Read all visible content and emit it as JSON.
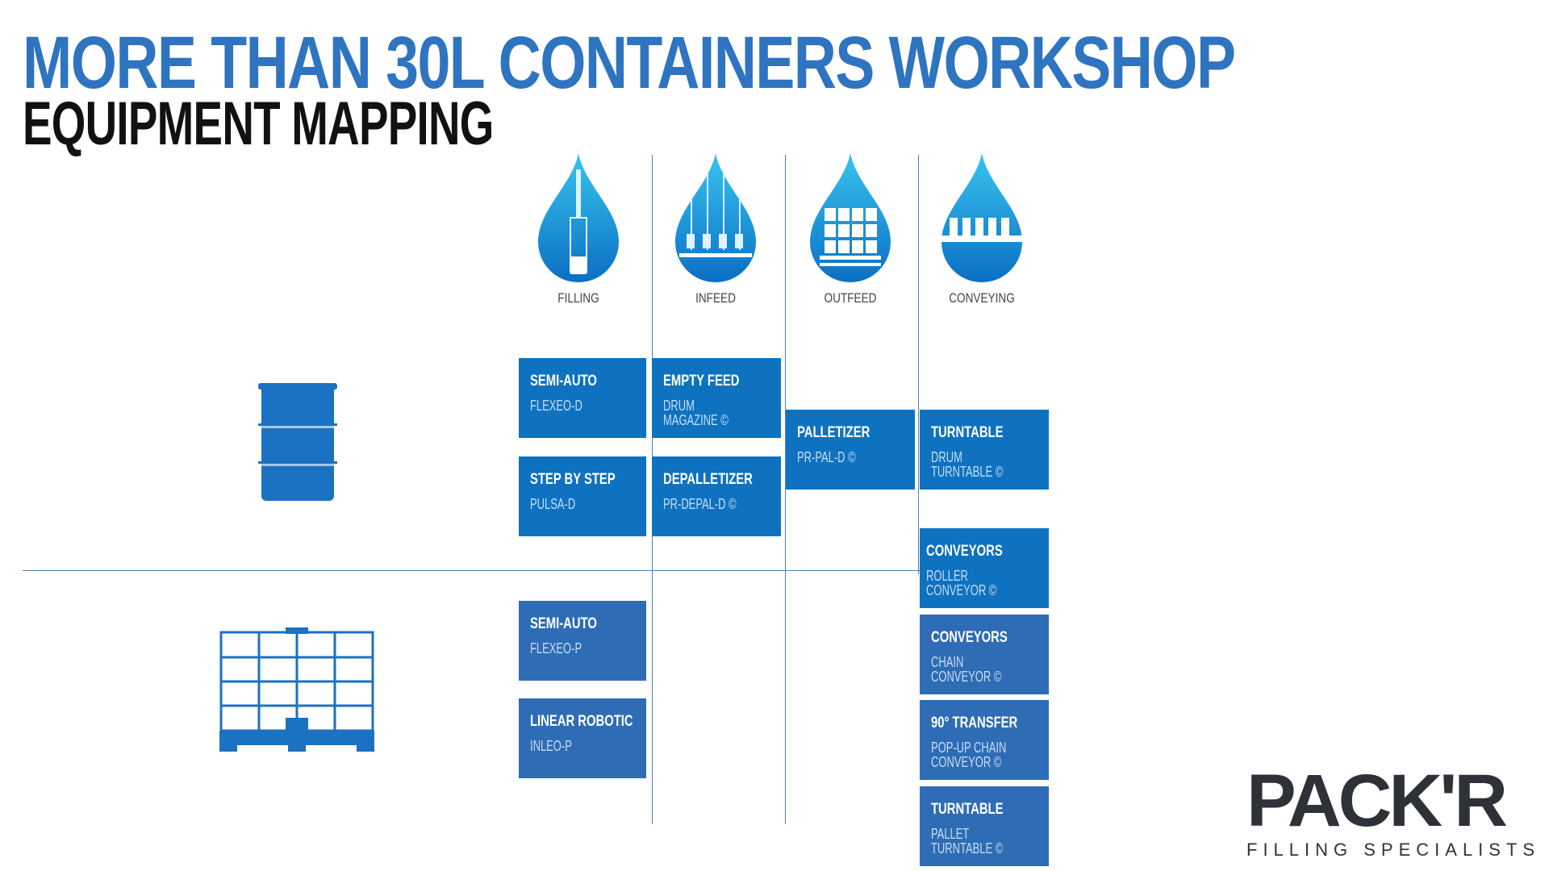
{
  "header": {
    "title": "MORE THAN 30L CONTAINERS WORKSHOP",
    "subtitle": "EQUIPMENT MAPPING"
  },
  "categories": [
    {
      "label": "FILLING",
      "icon": "filling-drop-icon"
    },
    {
      "label": "INFEED",
      "icon": "infeed-drop-icon"
    },
    {
      "label": "OUTFEED",
      "icon": "outfeed-drop-icon"
    },
    {
      "label": "CONVEYING",
      "icon": "conveying-drop-icon"
    }
  ],
  "rows": [
    {
      "icon": "drum-icon"
    },
    {
      "icon": "ibc-container-icon"
    }
  ],
  "cards": {
    "semi_auto_d": {
      "title": "SEMI-AUTO",
      "sub": "FLEXEO-D"
    },
    "step_by_step": {
      "title": "STEP BY STEP",
      "sub": "PULSA-D"
    },
    "empty_feed": {
      "title": "EMPTY FEED",
      "sub": "DRUM MAGAZINE ©"
    },
    "depalletizer": {
      "title": "DEPALLETIZER",
      "sub": "PR-DEPAL-D ©"
    },
    "palletizer": {
      "title": "PALLETIZER",
      "sub": "PR-PAL-D ©"
    },
    "turntable_drum": {
      "title": "TURNTABLE",
      "sub": "DRUM\nTURNTABLE ©"
    },
    "conveyors_roller": {
      "title": "CONVEYORS",
      "sub": "ROLLER\nCONVEYOR ©"
    },
    "semi_auto_p": {
      "title": "SEMI-AUTO",
      "sub": "FLEXEO-P"
    },
    "linear_robotic": {
      "title": "LINEAR ROBOTIC",
      "sub": "INLEO-P"
    },
    "conveyors_chain": {
      "title": "CONVEYORS",
      "sub": "CHAIN\nCONVEYOR ©"
    },
    "transfer_90": {
      "title": "90° TRANSFER",
      "sub": "POP-UP CHAIN\nCONVEYOR ©"
    },
    "turntable_pallet": {
      "title": "TURNTABLE",
      "sub": "PALLET\nTURNTABLE ©"
    }
  },
  "logo": {
    "main": "PACK'R",
    "tagline": "FILLING  SPECIALISTS"
  },
  "colors": {
    "title_blue": "#2e74c0",
    "card_blue": "#0e72c0",
    "card_blue_lower": "#2e6db5",
    "drop_blue": "#0d90d6",
    "logo_dark": "#2f3138"
  }
}
